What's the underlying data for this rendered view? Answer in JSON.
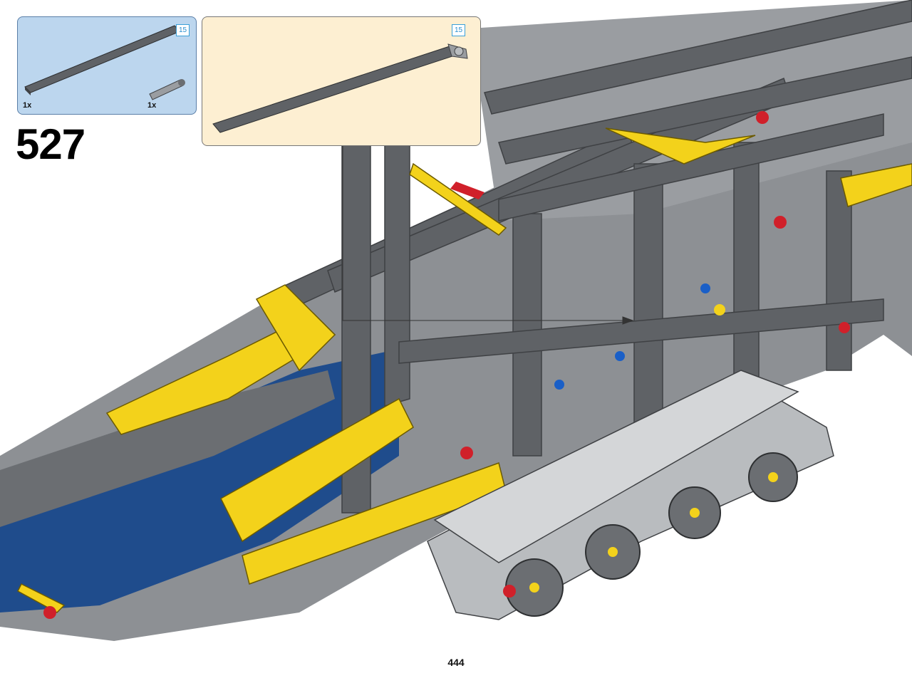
{
  "step": {
    "number": "527"
  },
  "page": {
    "number": "444"
  },
  "parts_list": {
    "items": [
      {
        "part": "technic-beam",
        "length_badge": "15",
        "quantity": "1x"
      },
      {
        "part": "technic-pin",
        "quantity": "1x"
      }
    ]
  },
  "sub_assembly": {
    "length_badge": "15"
  },
  "colors": {
    "parts_bg": "#bcd6ee",
    "sub_bg": "#fdefd2",
    "dark_gray": "#5f6266",
    "light_gray": "#b9bcbf",
    "yellow": "#f3d21b",
    "blue": "#1f4c8c",
    "red": "#d0202a"
  }
}
